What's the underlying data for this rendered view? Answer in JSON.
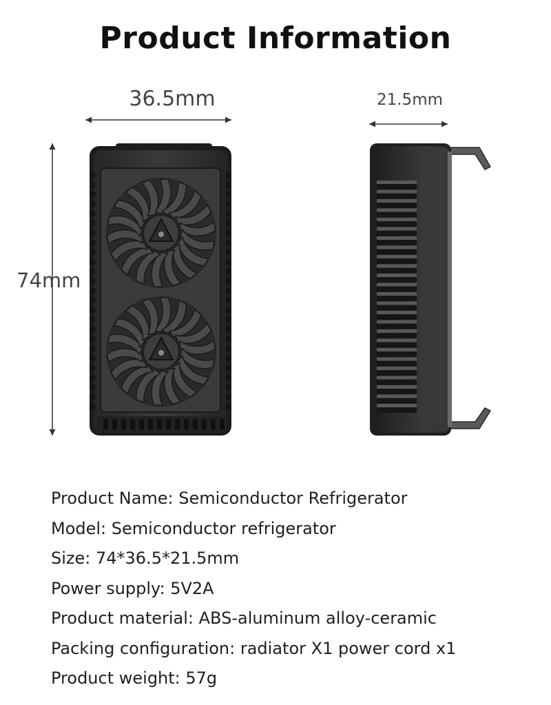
{
  "title": "Product Information",
  "dimensions": {
    "width": "36.5mm",
    "depth": "21.5mm",
    "height": "74mm"
  },
  "specs": [
    "Product Name: Semiconductor Refrigerator",
    "Model: Semiconductor refrigerator",
    "Size: 74*36.5*21.5mm",
    "Power supply: 5V2A",
    "Product material: ABS-aluminum alloy-ceramic",
    "Packing configuration: radiator X1 power cord x1",
    "Product weight: 57g"
  ],
  "colors": {
    "device_body": "#2e2e30",
    "device_edge": "#1b1b1c",
    "dimension_line": "#333333",
    "fan_blade": "#3c3c3e"
  },
  "icons": [
    "triangle-logo-icon",
    "fan-icon"
  ]
}
